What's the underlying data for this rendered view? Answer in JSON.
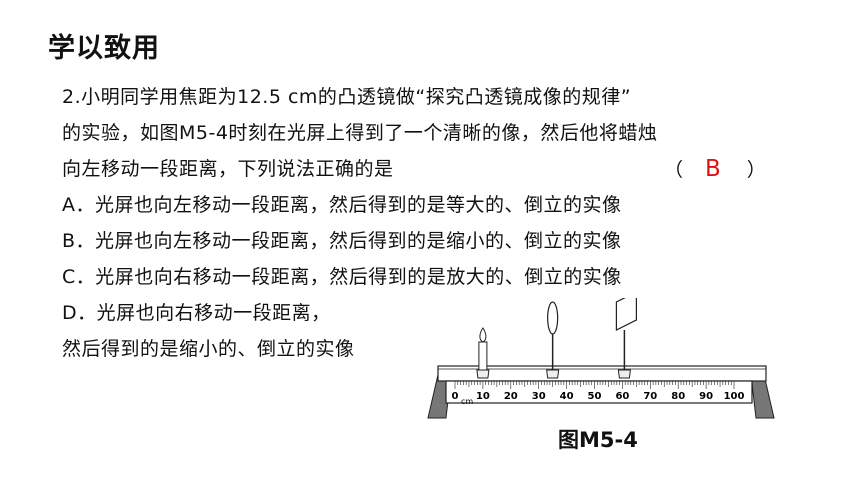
{
  "section_title": "学以致用",
  "question": {
    "lines": [
      "2.小明同学用焦距为12.5 cm的凸透镜做“探究凸透镜成像的规律”",
      "的实验，如图M5-4时刻在光屏上得到了一个清晰的像，然后他将蜡烛",
      "向左移动一段距离，下列说法正确的是"
    ],
    "paren_open": "（",
    "answer": "B",
    "paren_close": "）",
    "answer_color": "#e01010"
  },
  "options": {
    "A": "A．光屏也向左移动一段距离，然后得到的是等大的、倒立的实像",
    "B": "B．光屏也向左移动一段距离，然后得到的是缩小的、倒立的实像",
    "C": "C．光屏也向右移动一段距离，然后得到的是放大的、倒立的实像",
    "D_line1": "D．光屏也向右移动一段距离，",
    "D_line2": "然后得到的是缩小的、倒立的实像"
  },
  "figure": {
    "caption": "图M5-4",
    "unit_label": "cm",
    "scale_labels": [
      "0",
      "10",
      "20",
      "30",
      "40",
      "50",
      "60",
      "70",
      "80",
      "90",
      "100"
    ],
    "candle_position_cm": 10,
    "lens_position_cm": 35,
    "screen_position_cm": 60
  }
}
